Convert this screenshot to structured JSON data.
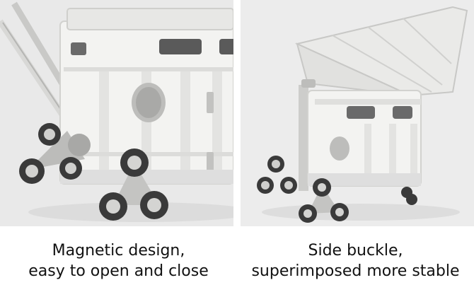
{
  "panels": [
    {
      "caption_line1": "Magnetic design,",
      "caption_line2": "easy to open and close"
    },
    {
      "caption_line1": "Side buckle,",
      "caption_line2": "superimposed more stable"
    }
  ],
  "colors": {
    "background": "#ffffff",
    "panel_background": "#e9e9e9",
    "cart_body": "#f4f4f2",
    "cart_shadow": "#cfcfcc",
    "wheel_tire": "#3a3a3a",
    "caption_text": "#111111"
  }
}
